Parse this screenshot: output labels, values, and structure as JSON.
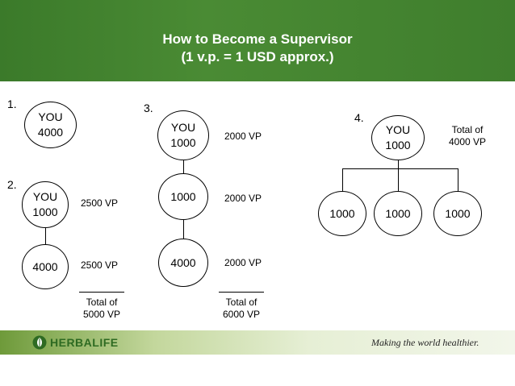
{
  "header": {
    "title_line1": "How to Become a Supervisor",
    "title_line2": "(1 v.p. = 1 USD approx.)",
    "background_color": "#3d7d2c"
  },
  "steps": {
    "step1": {
      "number": "1.",
      "node": [
        "YOU",
        "4000"
      ]
    },
    "step2": {
      "number": "2.",
      "top_node": [
        "YOU",
        "1000"
      ],
      "top_vp": "2500 VP",
      "bottom_node": "4000",
      "bottom_vp": "2500 VP",
      "total_line1": "Total of",
      "total_line2": "5000 VP"
    },
    "step3": {
      "number": "3.",
      "top_node": [
        "YOU",
        "1000"
      ],
      "top_vp": "2000 VP",
      "middle_node": "1000",
      "middle_vp": "2000 VP",
      "bottom_node": "4000",
      "bottom_vp": "2000 VP",
      "total_line1": "Total of",
      "total_line2": "6000 VP"
    },
    "step4": {
      "number": "4.",
      "top_node": [
        "YOU",
        "1000"
      ],
      "total_line1": "Total of",
      "total_line2": "4000 VP",
      "children": [
        "1000",
        "1000",
        "1000"
      ]
    }
  },
  "footer": {
    "logo_text": "HERBALIFE",
    "logo_icon": "herbalife-leaf-icon",
    "tagline": "Making the world healthier.",
    "brand_color": "#2e6b22"
  }
}
